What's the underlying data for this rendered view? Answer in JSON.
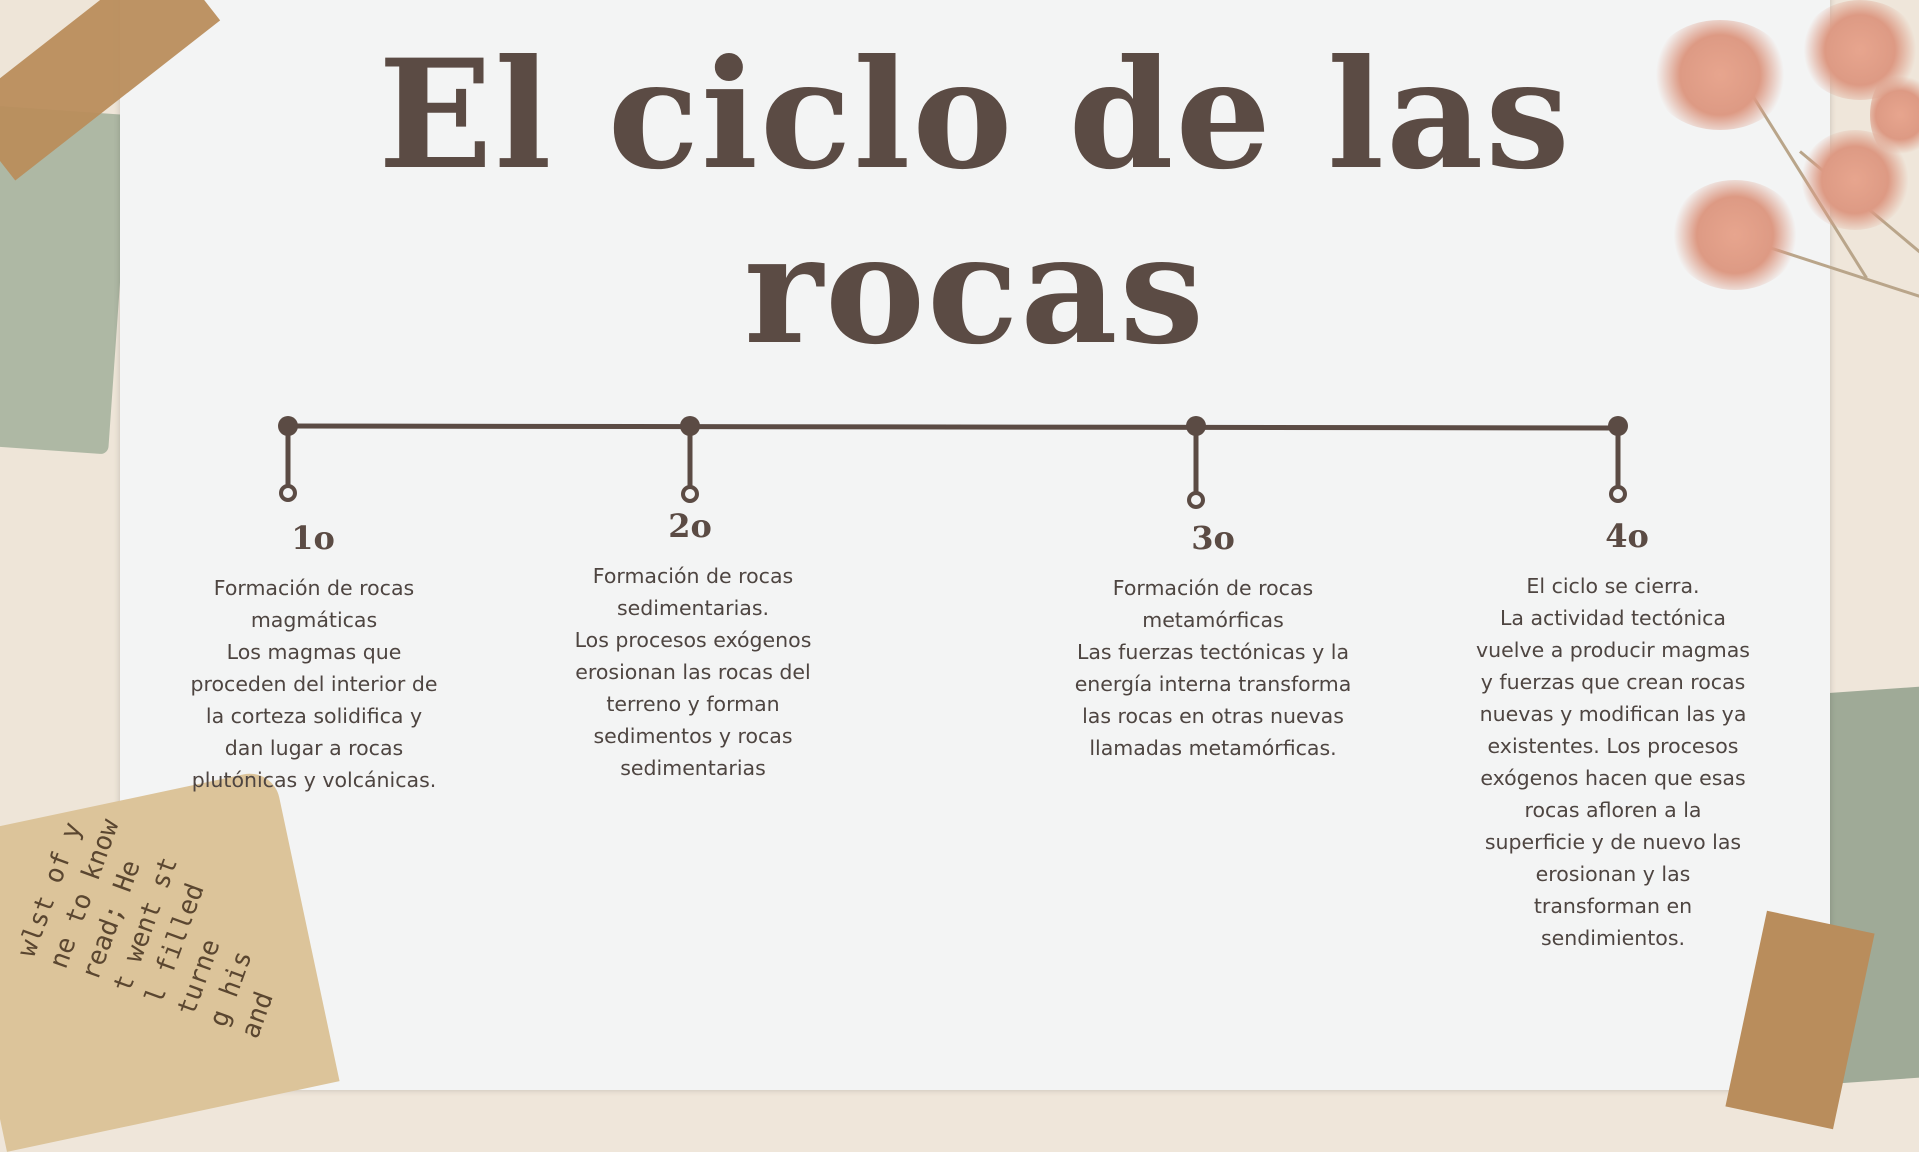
{
  "title": {
    "line1": "El ciclo de las",
    "line2": "rocas"
  },
  "colors": {
    "text": "#5b4b44",
    "paper": "#f3f4f4",
    "tape": "#b98d5c",
    "green": "#a6b29e"
  },
  "newspaper_text": [
    "wlst of y",
    "ne to know",
    "read; He",
    "t went st",
    "l filled",
    "turne",
    "g his",
    "and"
  ],
  "steps": [
    {
      "number": "1o",
      "text": "Formación de rocas\nmagmáticas\nLos magmas que\nproceden del interior de\nla corteza solidifica y\ndan lugar a rocas\nplutónicas y volcánicas."
    },
    {
      "number": "2o",
      "text": "Formación de rocas\nsedimentarias.\nLos procesos exógenos\nerosionan las rocas del\nterreno y forman\nsedimentos y rocas\nsedimentarias"
    },
    {
      "number": "3o",
      "text": "Formación de rocas\nmetamórficas\nLas fuerzas tectónicas y la\nenergía interna transforma\nlas rocas en otras nuevas\nllamadas metamórficas."
    },
    {
      "number": "4o",
      "text": "El ciclo se cierra.\nLa actividad tectónica\nvuelve a producir magmas\ny fuerzas que crean rocas\nnuevas y modifican las ya\nexistentes. Los procesos\nexógenos hacen que esas\nrocas afloren a la\nsuperficie y de nuevo las\nerosionan y las\ntransforman en\nsendimientos."
    }
  ]
}
